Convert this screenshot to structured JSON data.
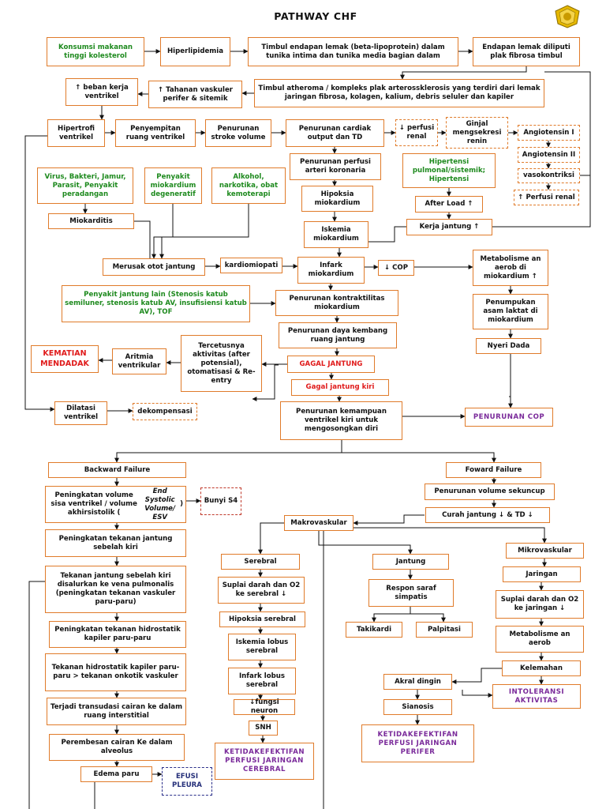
{
  "title": "PATHWAY CHF",
  "nodes": {
    "konsumsi": "Konsumsi makanan tinggi kolesterol",
    "hiperlipidemia": "Hiperlipidemia",
    "timbul_endapan": "Timbul endapan lemak (beta-lipoprotein) dalam tunika intima dan tunika media bagian dalam",
    "endapan_diliputi": "Endapan lemak diliputi plak fibrosa timbul",
    "beban_kerja": "↑ beban kerja ventrikel",
    "tahanan_vaskuler": "↑ Tahanan vaskuler perifer & sitemik",
    "atheroma": "Timbul atheroma / kompleks plak arterossklerosis yang terdiri dari lemak jaringan fibrosa, kolagen, kalium, debris seluler dan kapiler",
    "hipertrofi": "Hipertrofi ventrikel",
    "penyempitan": "Penyempitan ruang ventrikel",
    "penurunan_sv": "Penurunan stroke volume",
    "penurunan_co_td": "Penurunan cardiak output dan TD",
    "perfusi_renal_down": "↓ perfusi renal",
    "ginjal_renin": "Ginjal mengsekresi renin",
    "angiotensin1": "Angiotensin I",
    "angiotensin2": "Angiotensin II",
    "vasokontriksi": "vasokontriksi",
    "perfusi_renal_up": "↑ Perfusi renal",
    "penurunan_perfusi_koroner": "Penurunan perfusi arteri koronaria",
    "hipertensi_pulmonal": "Hipertensi pulmonal/sistemik; Hipertensi",
    "virus": "Virus, Bakteri, Jamur, Parasit, Penyakit peradangan",
    "penyakit_degeneratif": "Penyakit miokardium degeneratif",
    "alkohol": "Alkohol, narkotika, obat kemoterapi",
    "hipoksia_miokardium": "Hipoksia miokardium",
    "after_load": "After Load ↑",
    "miokarditis": "Miokarditis",
    "iskemia_miokardium": "Iskemia miokardium",
    "kerja_jantung": "Kerja jantung ↑",
    "merusak_otot": "Merusak otot jantung",
    "kardiomiopati": "kardiomiopati",
    "infark_miokardium": "Infark miokardium",
    "cop_down": "↓ COP",
    "metabolisme_anaerob": "Metabolisme an aerob di miokardium ↑",
    "penyakit_lain": "Penyakit jantung lain (Stenosis katub semiluner, stenosis katub AV, insufisiensi katub AV), TOF",
    "penurunan_kontraktilitas": "Penurunan kontraktilitas miokardium",
    "penumpukan_laktat": "Penumpukan asam laktat di miokardium",
    "penurunan_daya": "Penurunan daya kembang ruang jantung",
    "nyeri_dada": "Nyeri Dada",
    "kematian": "KEMATIAN MENDADAK",
    "aritmia": "Aritmia ventrikular",
    "tercetusnya": "Tercetusnya aktivitas (after potensial), otomatisasi & Re-entry",
    "gagal_jantung": "GAGAL JANTUNG",
    "gagal_kiri": "Gagal jantung kiri",
    "dilatasi": "Dilatasi ventrikel",
    "dekompensasi": "dekompensasi",
    "penurunan_kemampuan": "Penurunan kemampuan ventrikel kiri untuk mengosongkan diri",
    "penurunan_cop": "PENURUNAN COP",
    "backward": "Backward Failure",
    "foward": "Foward Failure",
    "peningkatan_volume_sisa": "Peningkatan volume sisa ventrikel / volume akhirsistolik (End Systolic Volume/ ESV)",
    "bunyi_s4": "Bunyi S4",
    "penurunan_volume_sekuncup": "Penurunan volume sekuncup",
    "curah_jantung": "Curah jantung ↓ & TD ↓",
    "makrovaskular": "Makrovaskular",
    "peningkatan_tekanan_kiri": "Peningkatan tekanan jantung sebelah kiri",
    "mikrovaskular": "Mikrovaskular",
    "serebral": "Serebral",
    "jantung": "Jantung",
    "jaringan": "Jaringan",
    "tekanan_disalurkan": "Tekanan jantung sebelah kiri disalurkan ke vena pulmonalis (peningkatan tekanan vaskuler paru-paru)",
    "suplai_serebral": "Suplai darah dan O2 ke serebral ↓",
    "respon_saraf": "Respon saraf simpatis",
    "suplai_jaringan": "Suplai darah dan O2 ke jaringan ↓",
    "hipoksia_serebral": "Hipoksia serebral",
    "takikardi": "Takikardi",
    "palpitasi": "Palpitasi",
    "peningkatan_hidrostatik": "Peningkatan tekanan hidrostatik kapiler paru-paru",
    "iskemia_serebral": "Iskemia lobus serebral",
    "metabolisme_jaringan": "Metabolisme an aerob",
    "tekanan_hidrostatik_onkotik": "Tekanan hidrostatik kapiler paru-paru > tekanan onkotik vaskuler",
    "kelemahan": "Kelemahan",
    "infark_serebral": "Infark lobus serebral",
    "akral_dingin": "Akral dingin",
    "intoleransi": "INTOLERANSI AKTIVITAS",
    "transudasi": "Terjadi transudasi cairan ke dalam ruang interstitial",
    "fungsi_neuron": "↓fungsi neuron",
    "sianosis": "Sianosis",
    "snh": "SNH",
    "ketidakefektifan_perifer": "KETIDAKEFEKTIFAN PERFUSI JARINGAN PERIFER",
    "perembesan": "Perembesan cairan Ke dalam alveolus",
    "ketidakefektifan_serebral": "KETIDAKEFEKTIFAN PERFUSI JARINGAN CEREBRAL",
    "edema_paru": "Edema paru",
    "efusi_pleura": "EFUSI PLEURA"
  },
  "colors": {
    "box_border": "#e07b2a",
    "green_text": "#1e8a1e",
    "red_text": "#e01b1b",
    "purple_text": "#7a2a9a",
    "navy_text": "#26307a",
    "arrow": "#111111"
  }
}
